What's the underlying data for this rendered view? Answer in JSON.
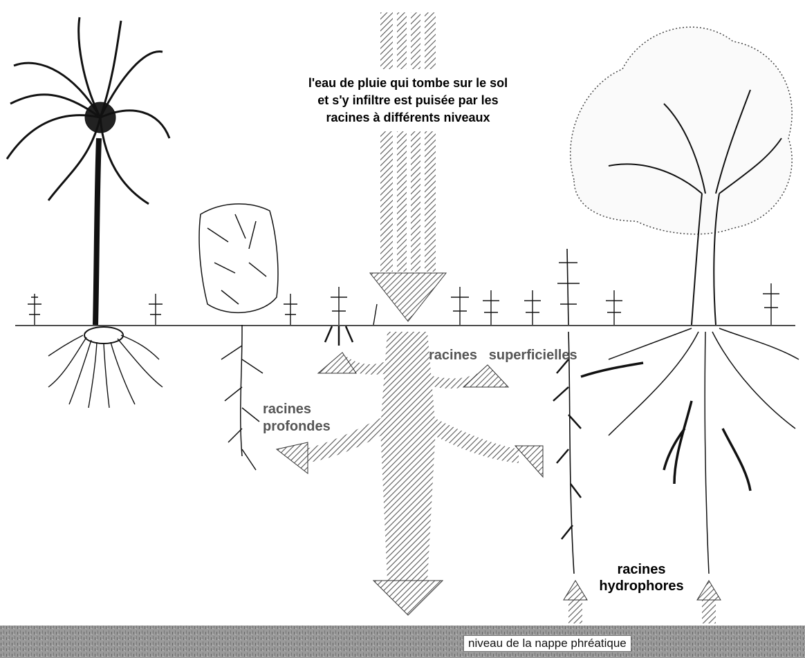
{
  "labels": {
    "rain_line1": "l'eau de pluie qui tombe sur le sol",
    "rain_line2": "et s'y infiltre est puisée par les",
    "rain_line3": "racines à différents niveaux",
    "superficial_1": "racines",
    "superficial_2": "superficielles",
    "deep_1": "racines",
    "deep_2": "profondes",
    "hydro_1": "racines",
    "hydro_2": "hydrophores",
    "water_table": "niveau de la nappe phréatique"
  },
  "colors": {
    "ink": "#111111",
    "hatch": "#555555",
    "water_table": "#8a8a8a",
    "grey_text": "#555555"
  }
}
